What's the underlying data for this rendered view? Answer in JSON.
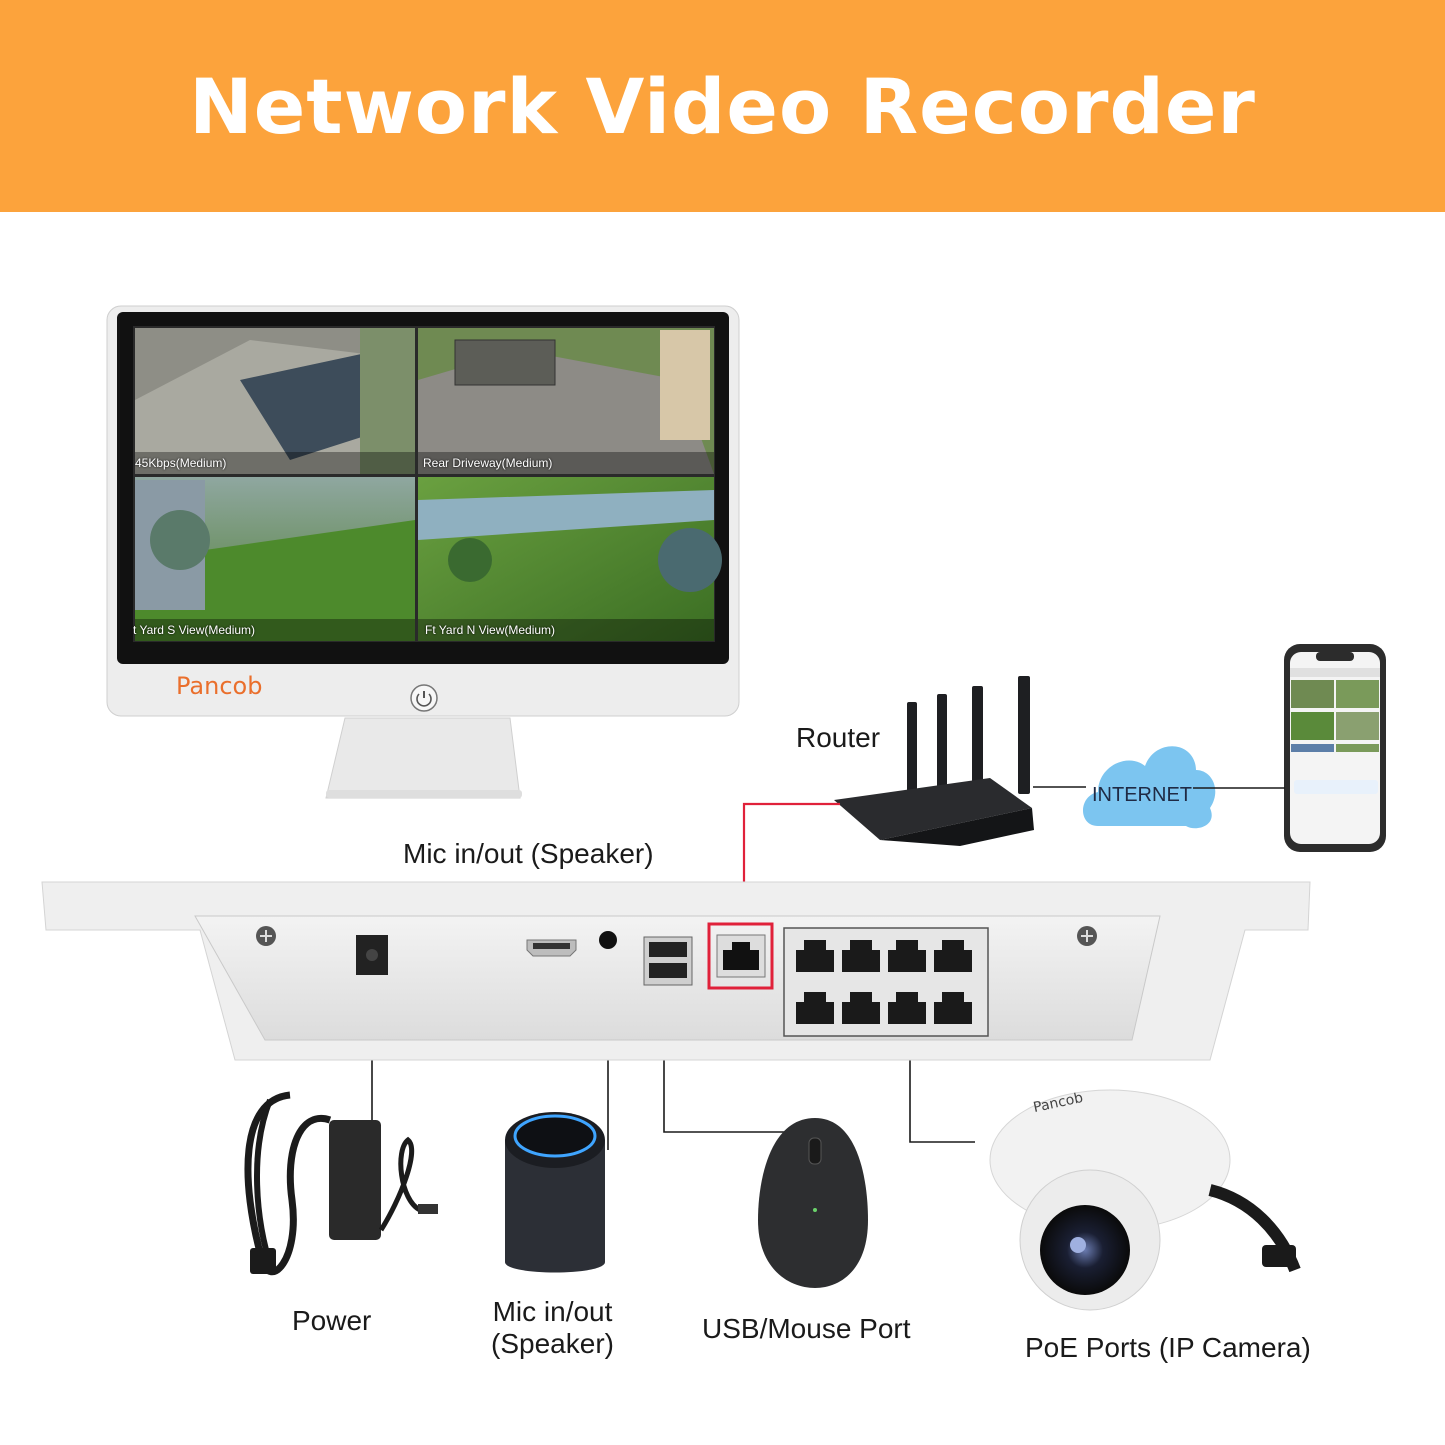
{
  "title": "Network Video Recorder",
  "brand": "Pancob",
  "monitor": {
    "camera_views": [
      "45Kbps(Medium)",
      "Rear Driveway(Medium)",
      "t Yard S View(Medium)",
      "Ft Yard N View(Medium)"
    ]
  },
  "labels": {
    "router": "Router",
    "internet": "INTERNET",
    "mic_top": "Mic in/out (Speaker)",
    "power": "Power",
    "mic_line1": "Mic in/out",
    "mic_line2": "(Speaker)",
    "usb": "USB/Mouse Port",
    "poe": "PoE Ports (IP Camera)"
  },
  "colors": {
    "banner": "#fca33c",
    "highlight": "#e0213a",
    "cloud": "#7cc5f0"
  },
  "icons": [
    "monitor-icon",
    "router-icon",
    "cloud-icon",
    "phone-icon",
    "nvr-back-panel",
    "power-adapter-icon",
    "speaker-icon",
    "mouse-icon",
    "dome-camera-icon"
  ]
}
